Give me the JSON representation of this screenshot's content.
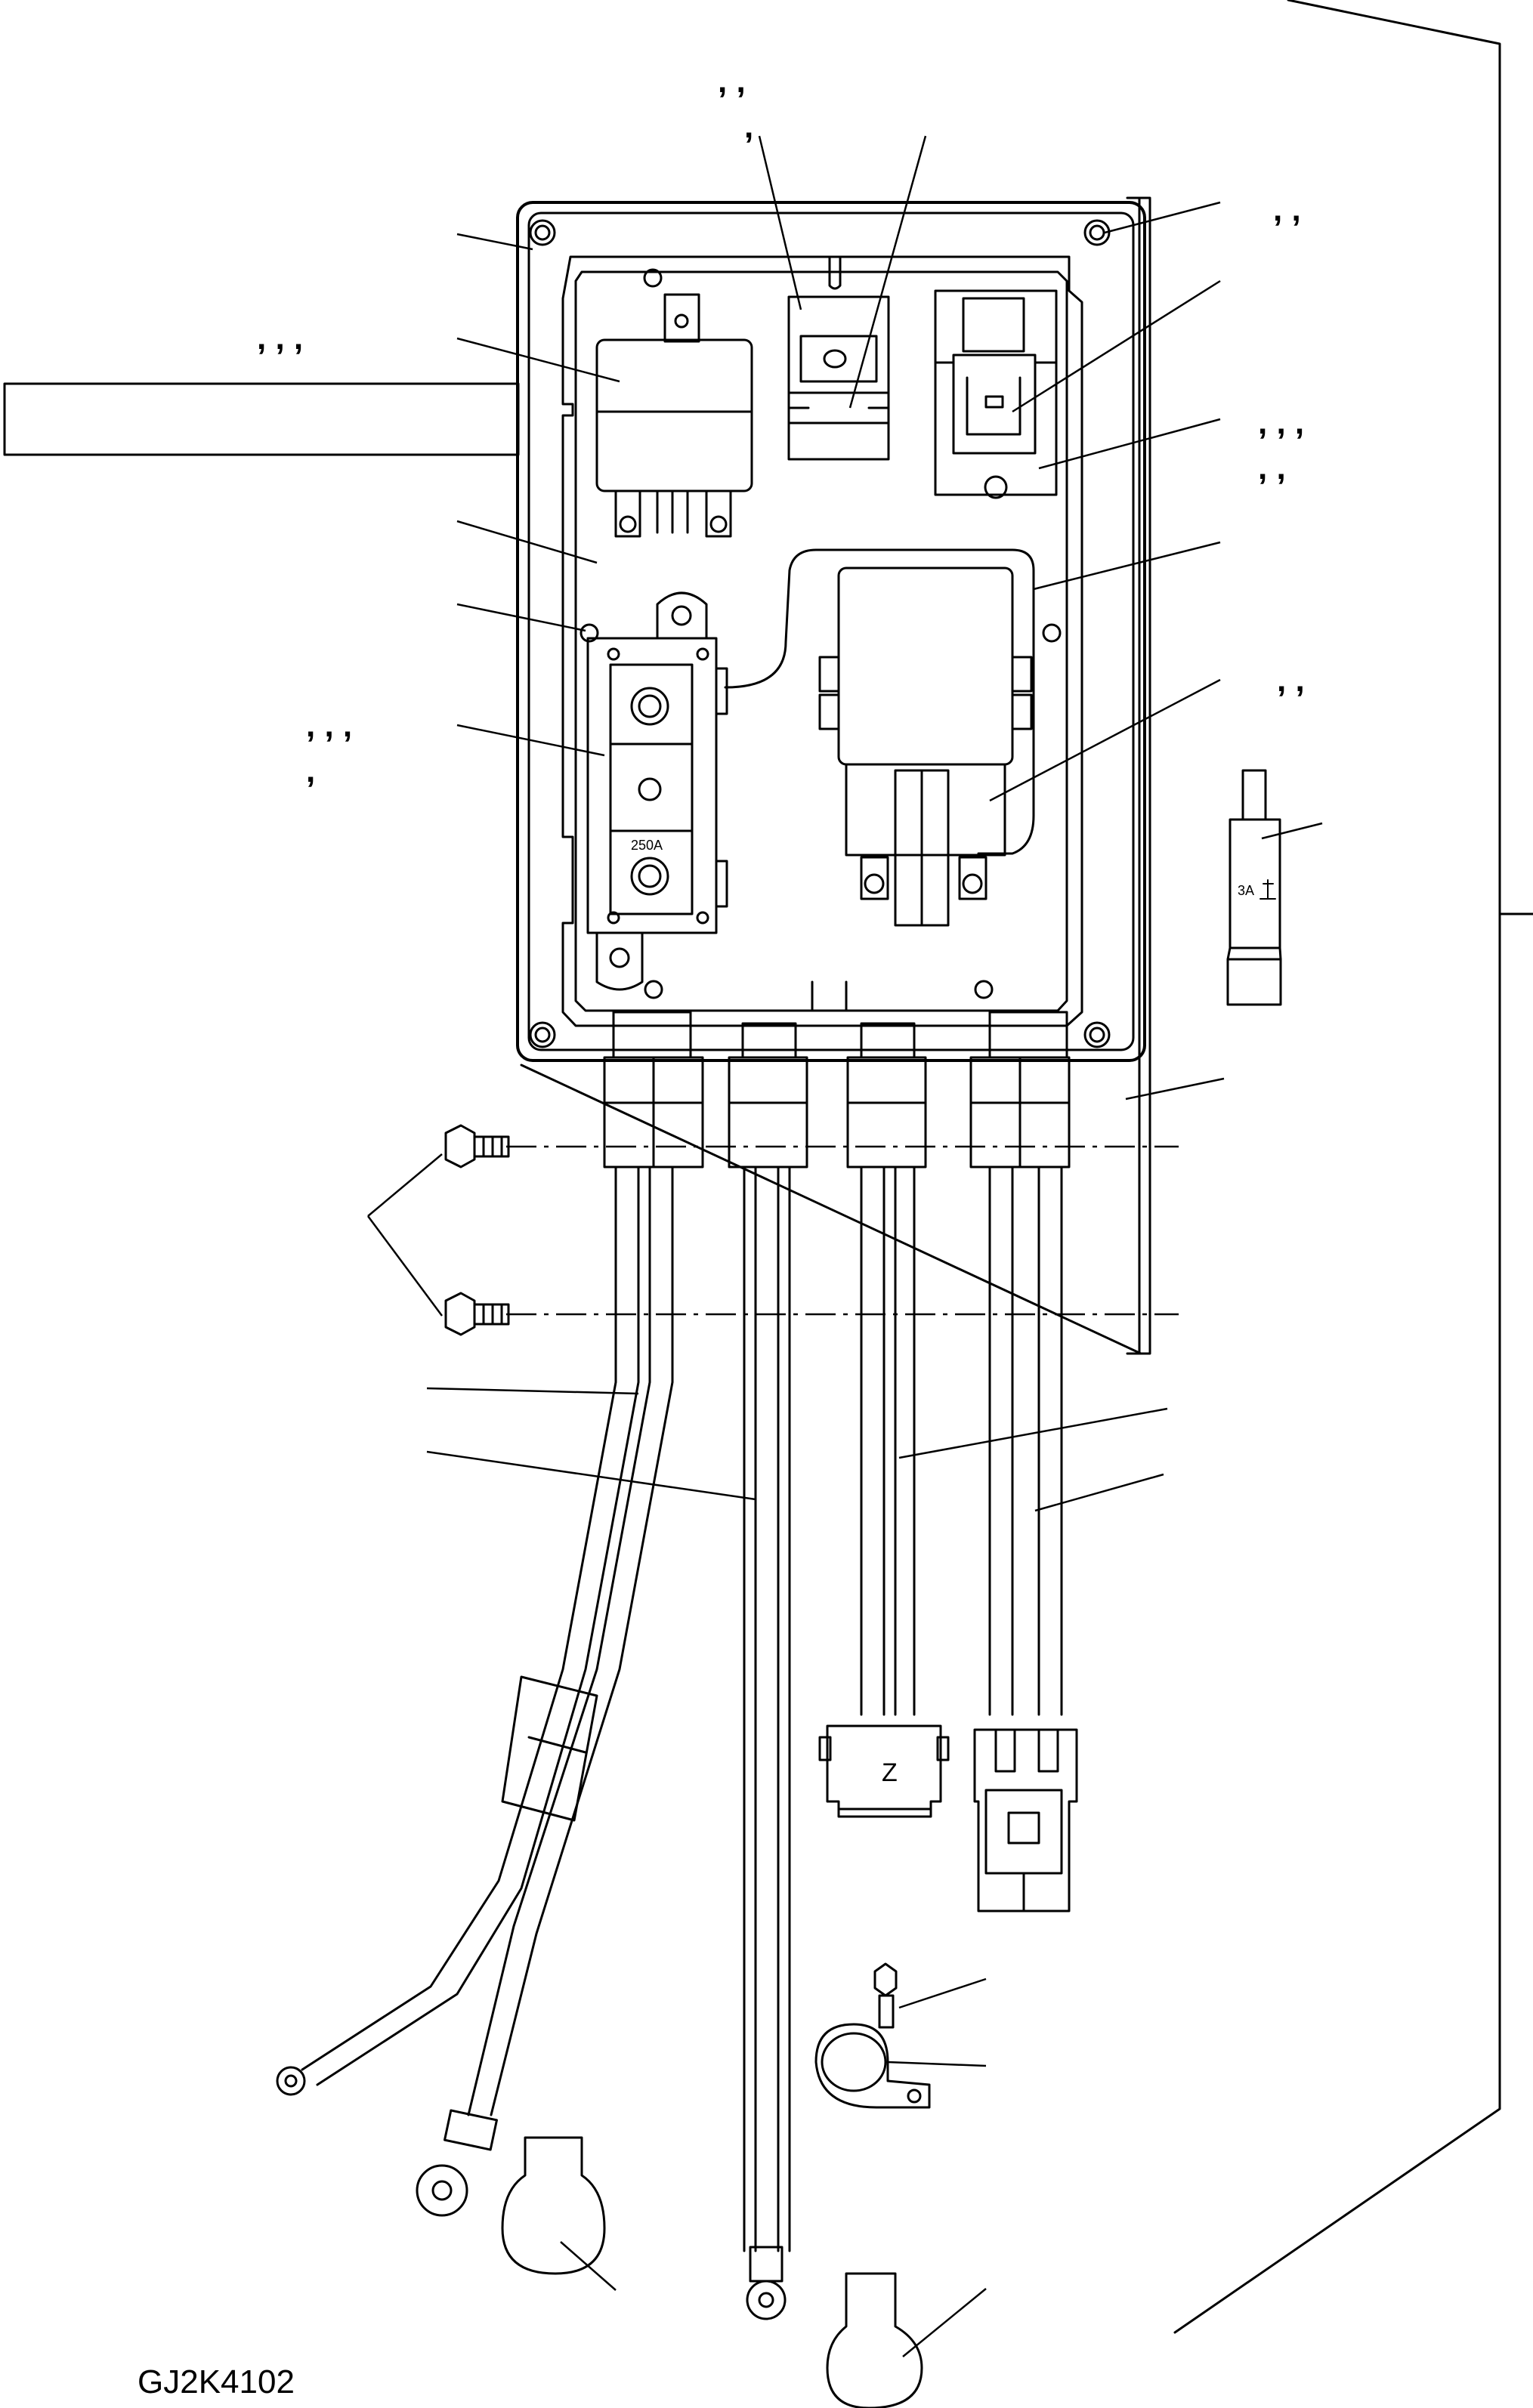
{
  "drawing": {
    "figure_id": "GJ2K4102",
    "fuse_box_rating": "250A",
    "spare_fuse_rating": "3A",
    "connector_letter": "Z",
    "callout_marks": [
      ", ,",
      ",",
      ", ,",
      ", , ,",
      ", , ,",
      ", ,",
      ", ,",
      ", , ,",
      ","
    ]
  }
}
